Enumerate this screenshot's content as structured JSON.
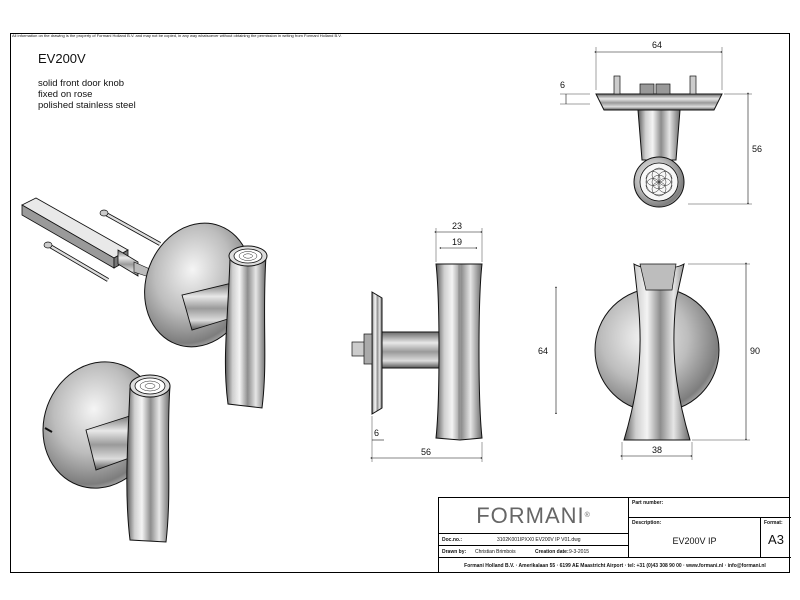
{
  "header": {
    "legal_notice": "All information on the drawing is the property of Formani Holland B.V. and may not be copied, in any way whatsoever without obtaining the permission in writing from Formani Holland B.V."
  },
  "product": {
    "code": "EV200V",
    "description_lines": [
      "solid front door knob",
      "fixed on rose",
      "polished stainless steel"
    ]
  },
  "dimensions": {
    "top_view_width": "64",
    "top_view_rose_thickness": "6",
    "top_view_depth": "56",
    "side_view_knob_width_outer": "23",
    "side_view_knob_width_inner": "19",
    "side_view_height": "64",
    "side_view_rose_thickness": "6",
    "side_view_depth": "56",
    "front_view_height": "90",
    "front_view_width": "38"
  },
  "title_block": {
    "brand": "FORMANI",
    "brand_mark": "®",
    "doc_no_label": "Doc.no.:",
    "doc_no_value": "3102K001IPXX0 EV200V IP V01.dwg",
    "drawn_by_label": "Drawn by:",
    "drawn_by_value": "Christian Brimbois",
    "creation_date_label": "Creation date:",
    "creation_date_value": "9-3-2015",
    "part_number_label": "Part number:",
    "part_number_value": "",
    "description_label": "Description:",
    "description_value": "EV200V IP",
    "format_label": "Format:",
    "format_value": "A3",
    "footer": "Formani Holland B.V. · Amerikalaan 55 · 6199 AE Maastricht Airport · tel: +31 (0)43 308 90 00 · www.formani.nl · info@formani.nl"
  },
  "colors": {
    "line": "#111111",
    "metal_dark": "#5a5a5a",
    "metal_mid": "#a8a8a8",
    "metal_light": "#efefef"
  }
}
